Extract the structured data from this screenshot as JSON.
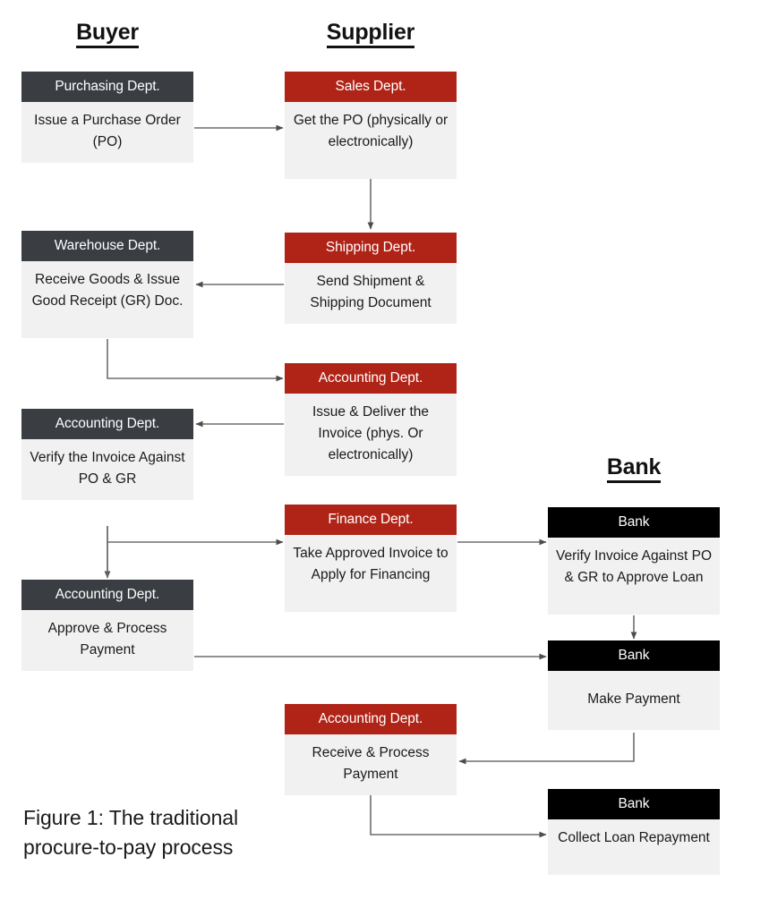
{
  "figure": {
    "caption_line1": "Figure 1: The traditional",
    "caption_line2": "procure-to-pay process"
  },
  "colors": {
    "buyer_header_bg": "#3a3d42",
    "supplier_header_bg": "#b02418",
    "bank_header_bg": "#000000",
    "body_bg": "#f1f1f1",
    "connector": "#6e6e6e",
    "text_dark": "#1a1a1a",
    "text_light": "#ffffff",
    "page_bg": "#ffffff"
  },
  "columns": [
    {
      "id": "buyer",
      "label": "Buyer"
    },
    {
      "id": "supplier",
      "label": "Supplier"
    },
    {
      "id": "bank",
      "label": "Bank"
    }
  ],
  "nodes": [
    {
      "id": "buyer-purchasing",
      "column": "buyer",
      "header": "Purchasing Dept.",
      "header_style": "dark",
      "body_lines": [
        "Issue a Purchase",
        "Order (PO)"
      ],
      "body": "Issue a Purchase Order (PO)"
    },
    {
      "id": "supplier-sales",
      "column": "supplier",
      "header": "Sales Dept.",
      "header_style": "red",
      "body_lines": [
        "Get the PO",
        "(physically or",
        "electronically)"
      ],
      "body": "Get the PO (physically or electronically)"
    },
    {
      "id": "buyer-warehouse",
      "column": "buyer",
      "header": "Warehouse Dept.",
      "header_style": "dark",
      "body_lines": [
        "Receive Goods &",
        "Issue Good Receipt",
        "(GR) Doc."
      ],
      "body": "Receive Goods & Issue Good Receipt (GR) Doc."
    },
    {
      "id": "supplier-shipping",
      "column": "supplier",
      "header": "Shipping Dept.",
      "header_style": "red",
      "body_lines": [
        "Send Shipment &",
        "Shipping Document"
      ],
      "body": "Send Shipment & Shipping Document"
    },
    {
      "id": "supplier-accounting-invoice",
      "column": "supplier",
      "header": "Accounting Dept.",
      "header_style": "red",
      "body_lines": [
        "Issue & Deliver the",
        "Invoice (phys. Or",
        "electronically)"
      ],
      "body": "Issue & Deliver the Invoice (phys. Or electronically)"
    },
    {
      "id": "buyer-accounting-verify",
      "column": "buyer",
      "header": "Accounting Dept.",
      "header_style": "dark",
      "body_lines": [
        "Verify the Invoice",
        "Against PO & GR"
      ],
      "body": "Verify the Invoice Against PO & GR"
    },
    {
      "id": "supplier-finance",
      "column": "supplier",
      "header": "Finance Dept.",
      "header_style": "red",
      "body_lines": [
        "Take Approved",
        "Invoice to Apply for",
        "Financing"
      ],
      "body": "Take Approved Invoice to Apply for Financing"
    },
    {
      "id": "bank-verify",
      "column": "bank",
      "header": "Bank",
      "header_style": "black",
      "body_lines": [
        "Verify Invoice",
        "Against PO & GR to",
        "Approve Loan"
      ],
      "body": "Verify Invoice Against PO & GR to Approve Loan"
    },
    {
      "id": "buyer-accounting-approve",
      "column": "buyer",
      "header": "Accounting Dept.",
      "header_style": "dark",
      "body_lines": [
        "Approve & Process",
        "Payment"
      ],
      "body": "Approve & Process Payment"
    },
    {
      "id": "bank-make-payment",
      "column": "bank",
      "header": "Bank",
      "header_style": "black",
      "body_lines": [
        "Make Payment"
      ],
      "body": "Make Payment"
    },
    {
      "id": "supplier-accounting-receive",
      "column": "supplier",
      "header": "Accounting Dept.",
      "header_style": "red",
      "body_lines": [
        "Receive & Process",
        "Payment"
      ],
      "body": "Receive & Process Payment"
    },
    {
      "id": "bank-collect-loan",
      "column": "bank",
      "header": "Bank",
      "header_style": "black",
      "body_lines": [
        "Collect Loan",
        "Repayment"
      ],
      "body": "Collect Loan Repayment"
    }
  ],
  "flows": [
    {
      "from": "buyer-purchasing",
      "to": "supplier-sales"
    },
    {
      "from": "supplier-sales",
      "to": "supplier-shipping"
    },
    {
      "from": "supplier-shipping",
      "to": "buyer-warehouse"
    },
    {
      "from": "buyer-warehouse",
      "to": "supplier-accounting-invoice"
    },
    {
      "from": "supplier-accounting-invoice",
      "to": "buyer-accounting-verify"
    },
    {
      "from": "buyer-accounting-verify",
      "to": "supplier-finance"
    },
    {
      "from": "buyer-accounting-verify",
      "to": "buyer-accounting-approve"
    },
    {
      "from": "supplier-finance",
      "to": "bank-verify"
    },
    {
      "from": "bank-verify",
      "to": "bank-make-payment"
    },
    {
      "from": "buyer-accounting-approve",
      "to": "bank-make-payment"
    },
    {
      "from": "bank-make-payment",
      "to": "supplier-accounting-receive"
    },
    {
      "from": "supplier-accounting-receive",
      "to": "bank-collect-loan"
    }
  ]
}
